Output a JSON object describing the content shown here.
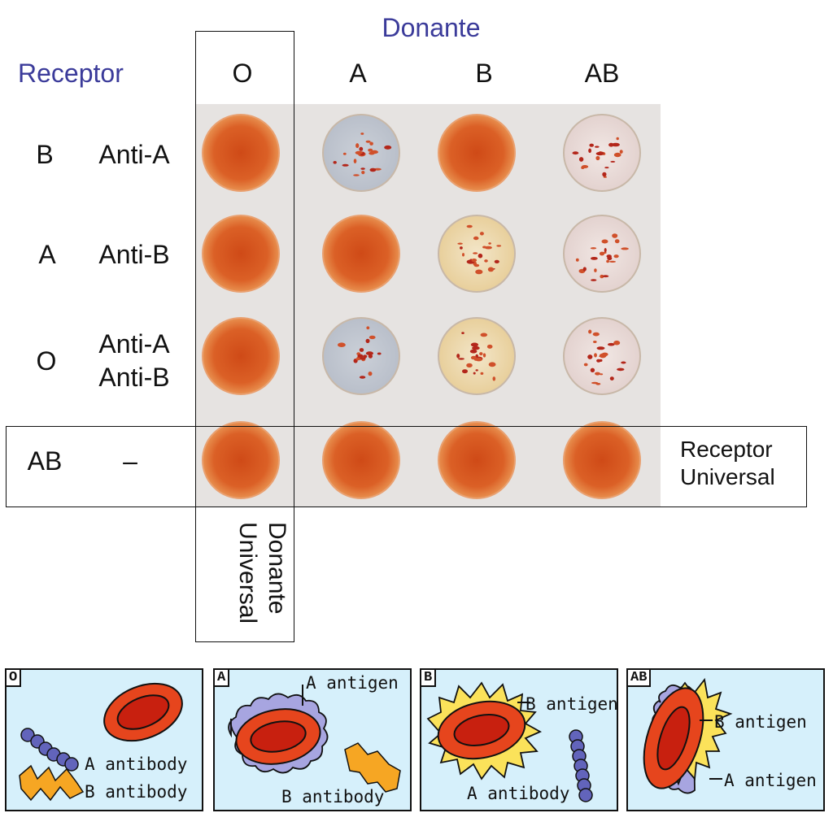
{
  "header": {
    "donor_title": "Donante",
    "recipient_title": "Receptor",
    "donor_columns": [
      "O",
      "A",
      "B",
      "AB"
    ]
  },
  "rows": [
    {
      "recipient": "B",
      "antibodies": [
        "Anti-A"
      ]
    },
    {
      "recipient": "A",
      "antibodies": [
        "Anti-B"
      ]
    },
    {
      "recipient": "O",
      "antibodies": [
        "Anti-A",
        "Anti-B"
      ]
    },
    {
      "recipient": "AB",
      "antibodies": [
        "–"
      ]
    }
  ],
  "callouts": {
    "universal_recipient": [
      "Receptor",
      "Universal"
    ],
    "universal_donor": [
      "Donante",
      "Universal"
    ]
  },
  "panels": [
    {
      "tag": "O",
      "labels": [
        "A antibody",
        "B antibody"
      ]
    },
    {
      "tag": "A",
      "labels": [
        "A antigen",
        "B antibody"
      ]
    },
    {
      "tag": "B",
      "labels": [
        "B antigen",
        "A antibody"
      ]
    },
    {
      "tag": "AB",
      "labels": [
        "B antigen",
        "A antigen"
      ]
    }
  ],
  "colors": {
    "label_blue": "#3b3b9a",
    "blood_orange": "#d9561e",
    "agglutinated_grey": "#c9ced6",
    "agglutinated_cream": "#efe2c6",
    "panel_bg": "#d6f0fb",
    "cell_red": "#e6451d",
    "antigen_purple": "#a7a5e0",
    "antigen_yellow": "#fbe25a",
    "antibody_blue": "#6264bb",
    "antibody_orange": "#f6a623"
  },
  "well_states": [
    [
      "uniform",
      "agglutinated-grey",
      "uniform",
      "agglutinated-white"
    ],
    [
      "uniform",
      "uniform",
      "agglutinated-cream",
      "agglutinated-white"
    ],
    [
      "uniform",
      "agglutinated-grey",
      "agglutinated-cream",
      "agglutinated-white"
    ],
    [
      "uniform",
      "uniform",
      "uniform",
      "uniform"
    ]
  ]
}
